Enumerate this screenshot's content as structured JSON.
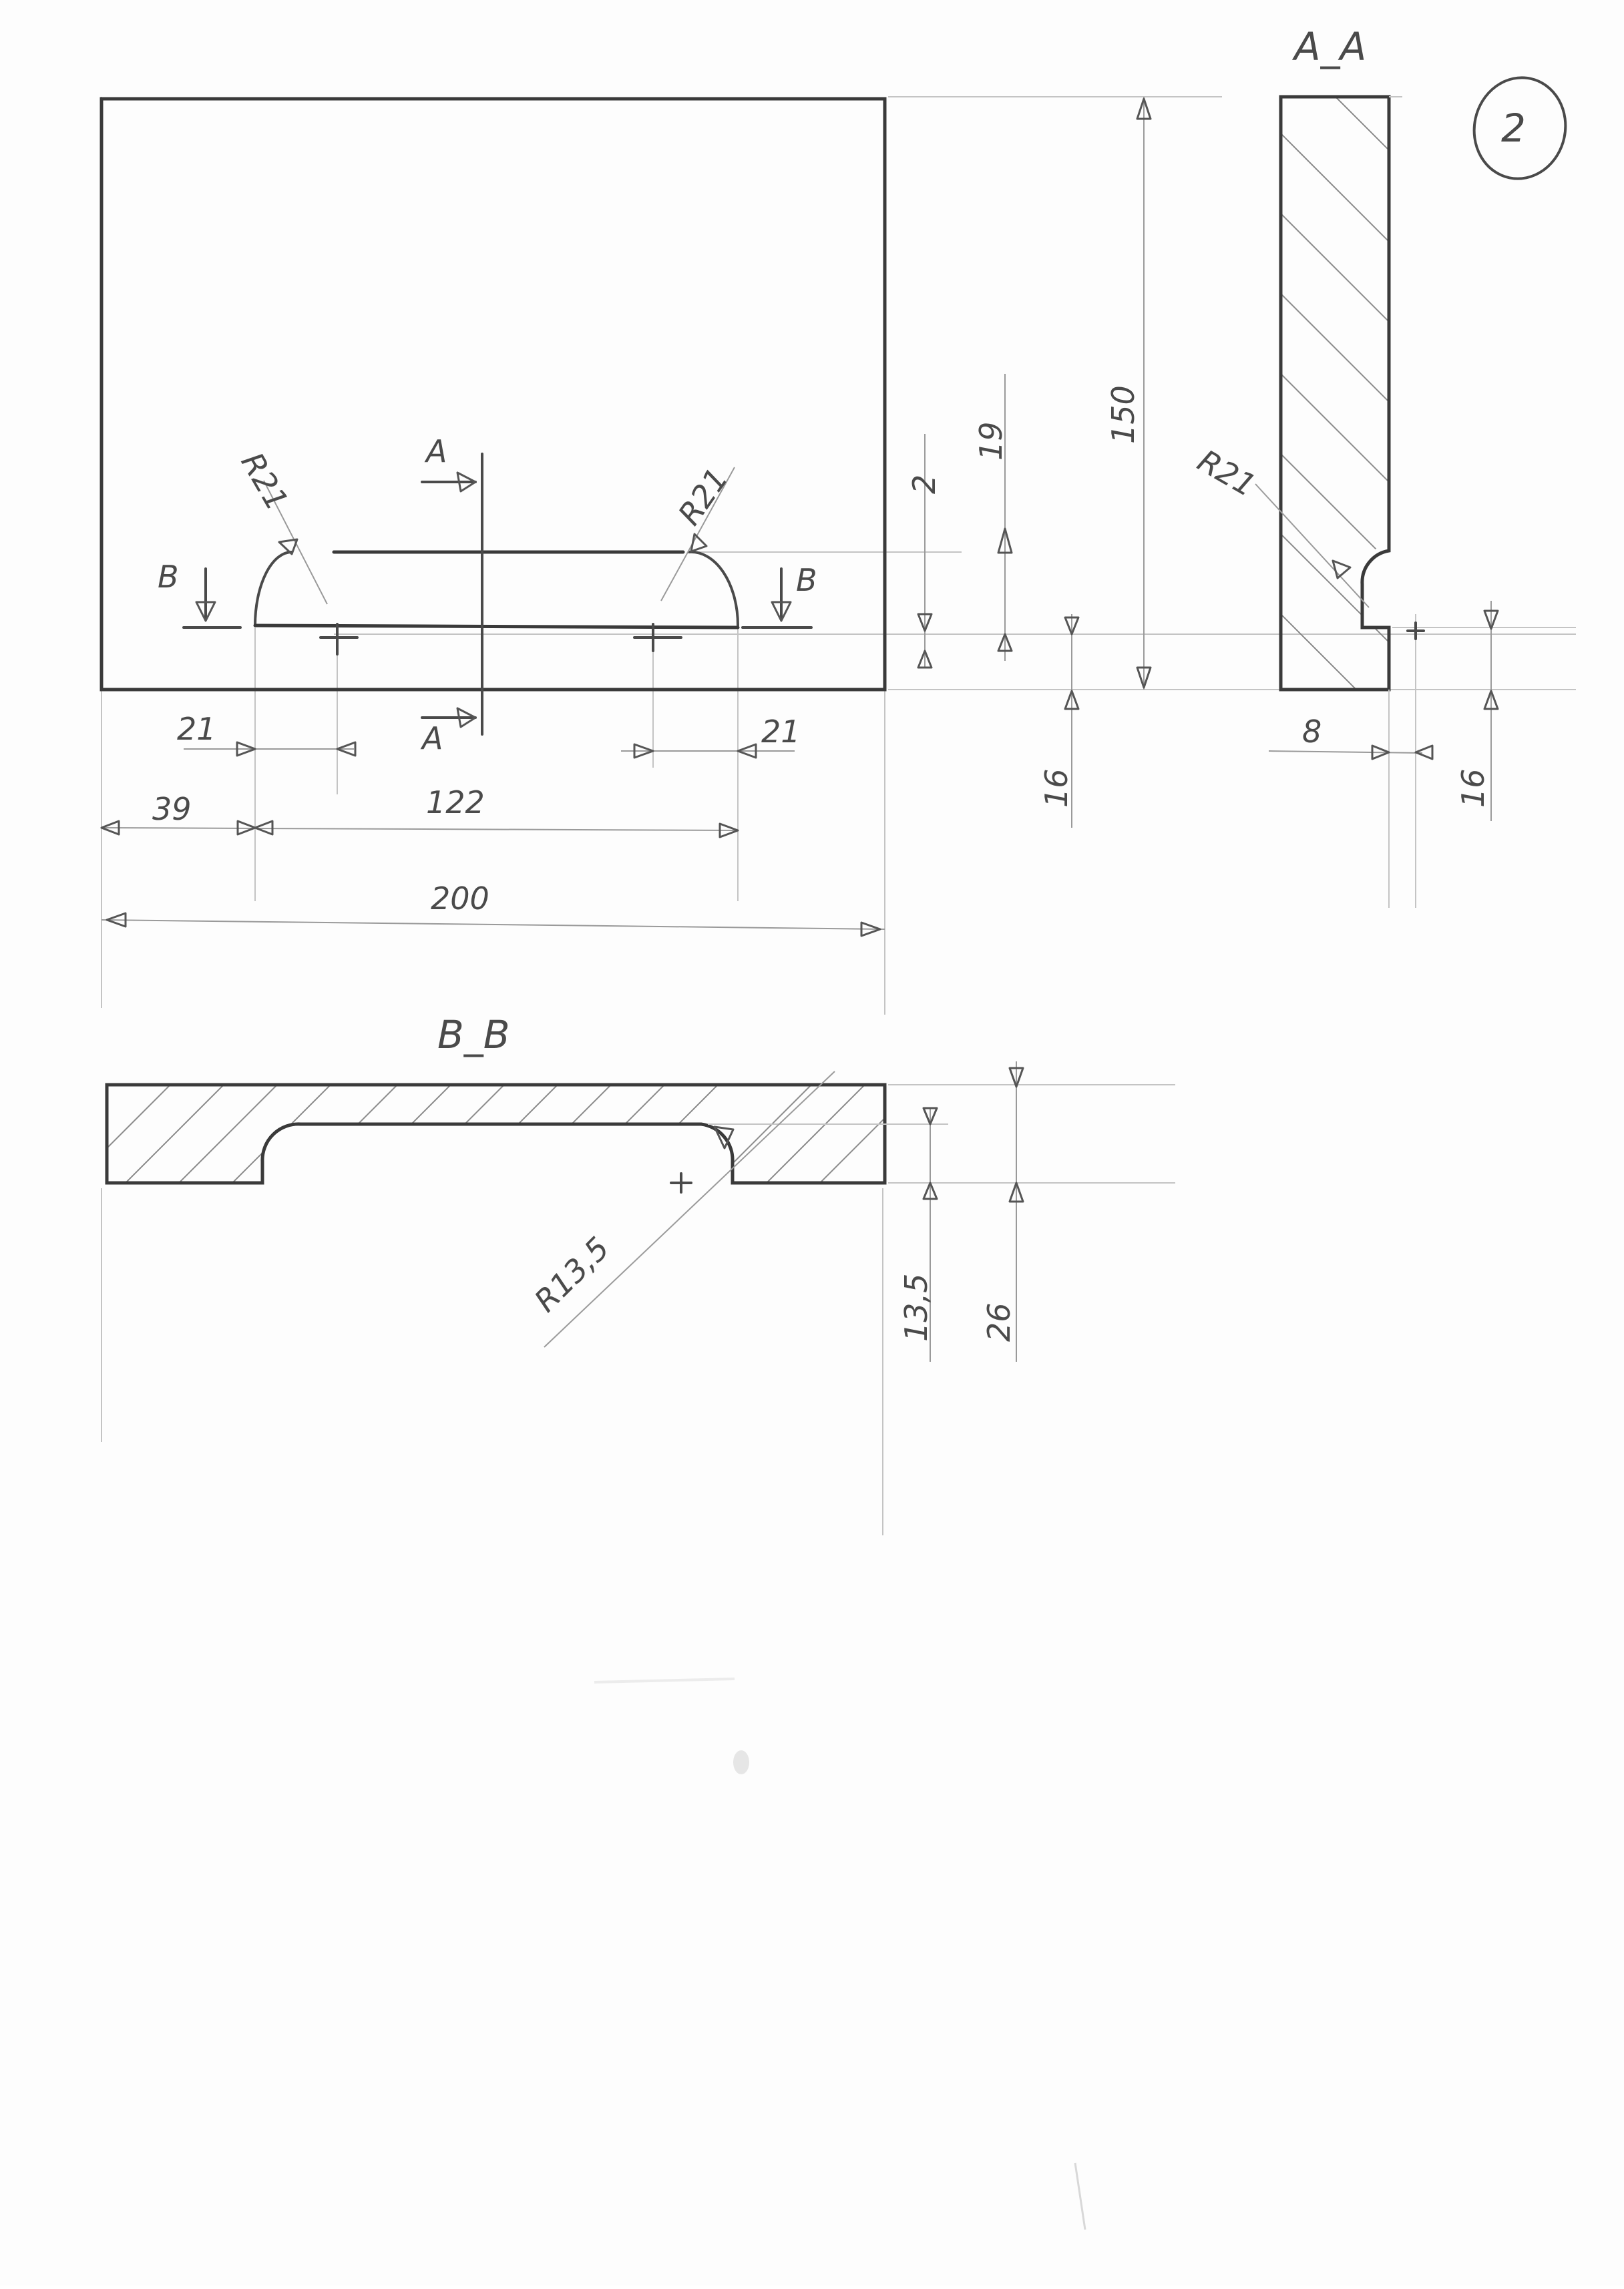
{
  "sheet_number": "2",
  "front_view": {
    "section_letter_a": "A",
    "section_letter_b": "B",
    "radius_left": "R21",
    "radius_right": "R21",
    "dim_21_left": "21",
    "dim_21_right": "21",
    "dim_39": "39",
    "dim_122": "122",
    "dim_200": "200",
    "dim_2": "2",
    "dim_19": "19",
    "dim_150": "150",
    "dim_16": "16"
  },
  "section_aa": {
    "title": "A_A",
    "radius": "R21",
    "dim_8": "8",
    "dim_16": "16"
  },
  "section_bb": {
    "title": "B_B",
    "radius": "R13,5",
    "dim_13_5": "13,5",
    "dim_26": "26"
  }
}
